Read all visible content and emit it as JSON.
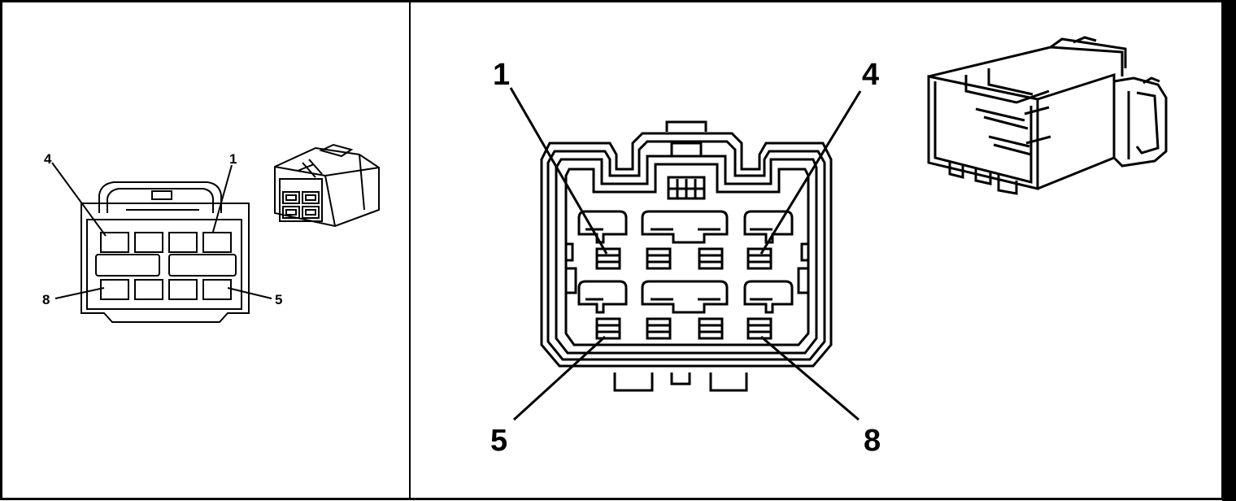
{
  "left_panel": {
    "pins": {
      "top_left": "4",
      "top_right": "1",
      "bottom_left": "8",
      "bottom_right": "5"
    }
  },
  "right_panel": {
    "pins": {
      "top_left": "1",
      "top_right": "4",
      "bottom_left": "5",
      "bottom_right": "8"
    }
  },
  "colors": {
    "line": "#000000",
    "background": "#ffffff"
  }
}
